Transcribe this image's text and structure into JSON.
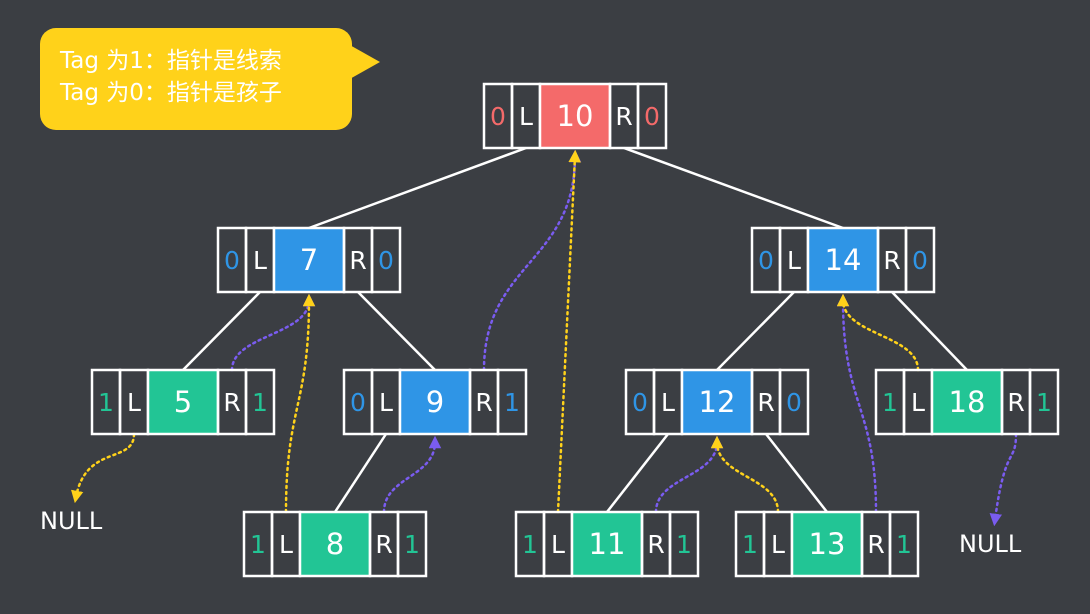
{
  "legend": {
    "line1": "Tag 为1：指针是线索",
    "line2": "Tag 为0：指针是孩子"
  },
  "colors": {
    "background": "#3b3e43",
    "root_fill": "#f46a6a",
    "internal_fill": "#2f95e6",
    "leaf_fill": "#22c595",
    "root_tag": "#f46a6a",
    "internal_tag": "#2f95e6",
    "leaf_tag": "#22c595",
    "child_edge": "#ffffff",
    "pred_thread": "#ffd21a",
    "succ_thread": "#7a5cf0",
    "callout": "#ffd21a"
  },
  "nodes": [
    {
      "id": "n10",
      "value": "10",
      "ltag": "0",
      "l": "L",
      "r": "R",
      "rtag": "0",
      "kind": "root"
    },
    {
      "id": "n7",
      "value": "7",
      "ltag": "0",
      "l": "L",
      "r": "R",
      "rtag": "0",
      "kind": "internal"
    },
    {
      "id": "n14",
      "value": "14",
      "ltag": "0",
      "l": "L",
      "r": "R",
      "rtag": "0",
      "kind": "internal"
    },
    {
      "id": "n5",
      "value": "5",
      "ltag": "1",
      "l": "L",
      "r": "R",
      "rtag": "1",
      "kind": "leaf"
    },
    {
      "id": "n9",
      "value": "9",
      "ltag": "0",
      "l": "L",
      "r": "R",
      "rtag": "1",
      "kind": "internal"
    },
    {
      "id": "n12",
      "value": "12",
      "ltag": "0",
      "l": "L",
      "r": "R",
      "rtag": "0",
      "kind": "internal"
    },
    {
      "id": "n18",
      "value": "18",
      "ltag": "1",
      "l": "L",
      "r": "R",
      "rtag": "1",
      "kind": "leaf"
    },
    {
      "id": "n8",
      "value": "8",
      "ltag": "1",
      "l": "L",
      "r": "R",
      "rtag": "1",
      "kind": "leaf"
    },
    {
      "id": "n11",
      "value": "11",
      "ltag": "1",
      "l": "L",
      "r": "R",
      "rtag": "1",
      "kind": "leaf"
    },
    {
      "id": "n13",
      "value": "13",
      "ltag": "1",
      "l": "L",
      "r": "R",
      "rtag": "1",
      "kind": "leaf"
    }
  ],
  "child_edges": [
    [
      "n10",
      "n7"
    ],
    [
      "n10",
      "n14"
    ],
    [
      "n7",
      "n5"
    ],
    [
      "n7",
      "n9"
    ],
    [
      "n9",
      "n8"
    ],
    [
      "n14",
      "n12"
    ],
    [
      "n14",
      "n18"
    ],
    [
      "n12",
      "n11"
    ],
    [
      "n12",
      "n13"
    ]
  ],
  "threads": [
    {
      "from": "n5",
      "side": "left",
      "to": "NULL_LEFT",
      "kind": "pred"
    },
    {
      "from": "n5",
      "side": "right",
      "to": "n7",
      "kind": "succ"
    },
    {
      "from": "n8",
      "side": "left",
      "to": "n7",
      "kind": "pred"
    },
    {
      "from": "n8",
      "side": "right",
      "to": "n9",
      "kind": "succ"
    },
    {
      "from": "n9",
      "side": "right",
      "to": "n10",
      "kind": "succ"
    },
    {
      "from": "n11",
      "side": "left",
      "to": "n10",
      "kind": "pred"
    },
    {
      "from": "n11",
      "side": "right",
      "to": "n12",
      "kind": "succ"
    },
    {
      "from": "n13",
      "side": "left",
      "to": "n12",
      "kind": "pred"
    },
    {
      "from": "n13",
      "side": "right",
      "to": "n14",
      "kind": "succ"
    },
    {
      "from": "n18",
      "side": "left",
      "to": "n14",
      "kind": "pred"
    },
    {
      "from": "n18",
      "side": "right",
      "to": "NULL_RIGHT",
      "kind": "succ"
    }
  ],
  "null_labels": {
    "left": "NULL",
    "right": "NULL"
  }
}
